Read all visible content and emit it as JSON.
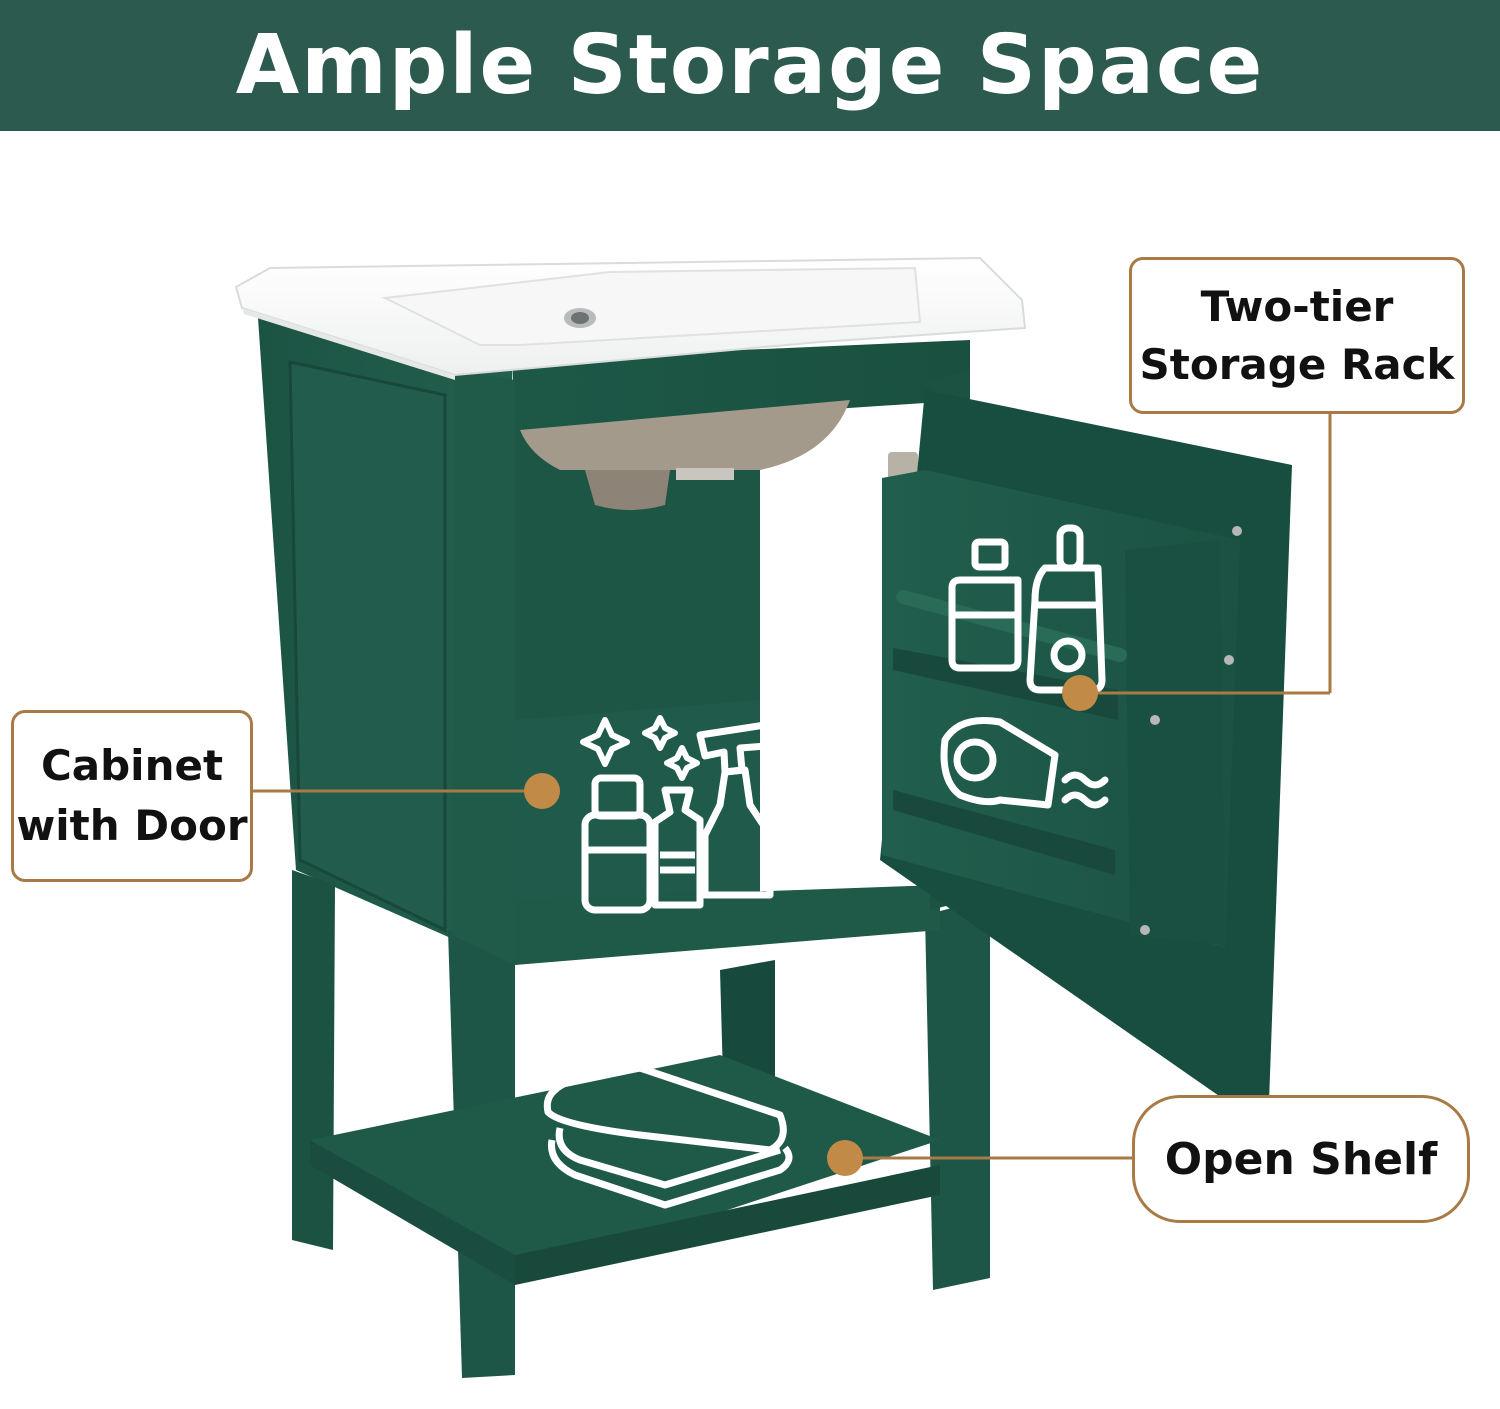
{
  "banner": {
    "title": "Ample Storage Space",
    "background_color": "#2d5a4e"
  },
  "product": {
    "cabinet_color": "#1f5a48",
    "basin_color": "#ffffff",
    "accent_color": "#c28a47"
  },
  "callouts": {
    "rack": {
      "label": "Two-tier\nStorage Rack"
    },
    "door": {
      "label": "Cabinet\nwith Door"
    },
    "shelf": {
      "label": "Open Shelf"
    }
  },
  "icons": [
    "spray-bottle-icon",
    "soap-bottle-icon",
    "lotion-bottle-icon",
    "hair-dryer-icon",
    "folded-towels-icon",
    "sparkle-icon"
  ]
}
